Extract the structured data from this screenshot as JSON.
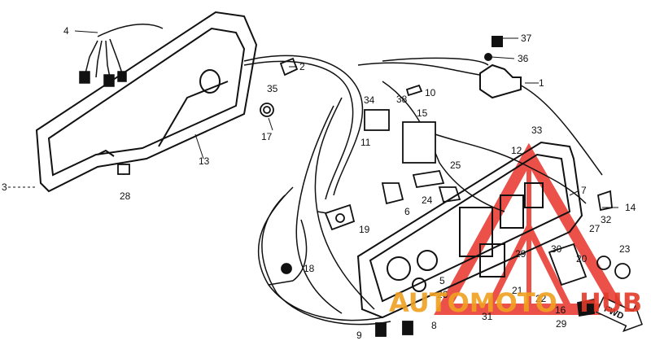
{
  "diagram": {
    "labels": [
      "1",
      "2",
      "3",
      "4",
      "5",
      "6",
      "7",
      "8",
      "9",
      "10",
      "11",
      "12",
      "13",
      "14",
      "15",
      "16",
      "17",
      "18",
      "19",
      "20",
      "21",
      "22",
      "23",
      "24",
      "25",
      "26",
      "27",
      "28",
      "29",
      "29",
      "30",
      "31",
      "32",
      "33",
      "34",
      "35",
      "36",
      "37",
      "38"
    ],
    "watermark": {
      "text_part1": "AUTOMOTO",
      "text_part2": "HUB",
      "color_a": "#f0a020",
      "color_b": "#e23a2a"
    },
    "direction_marker": "FWD"
  }
}
